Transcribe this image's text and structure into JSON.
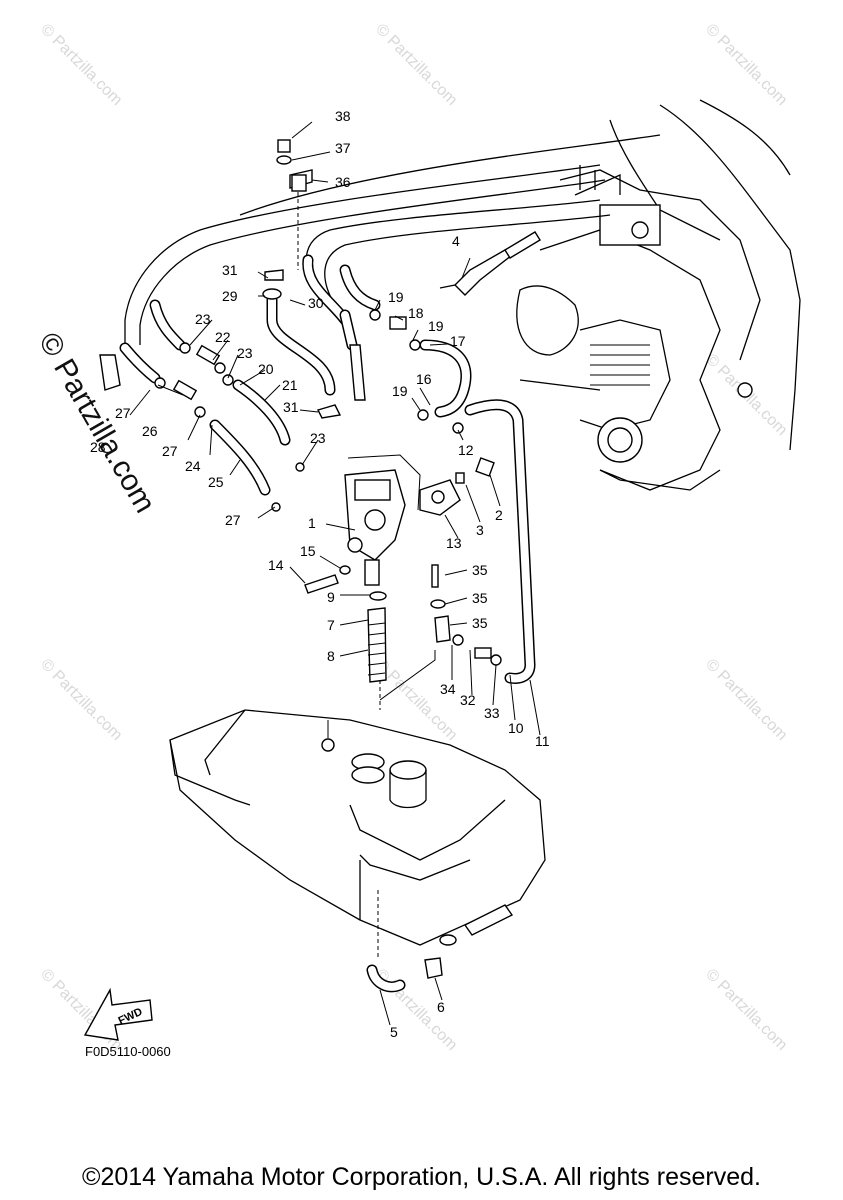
{
  "diagram": {
    "part_numbers": [
      "1",
      "2",
      "3",
      "4",
      "5",
      "6",
      "7",
      "8",
      "9",
      "10",
      "11",
      "12",
      "13",
      "14",
      "15",
      "16",
      "17",
      "18",
      "19",
      "19",
      "19",
      "20",
      "21",
      "22",
      "23",
      "23",
      "23",
      "24",
      "25",
      "26",
      "27",
      "27",
      "27",
      "28",
      "29",
      "30",
      "31",
      "31",
      "32",
      "33",
      "34",
      "35",
      "35",
      "35",
      "36",
      "37",
      "38"
    ],
    "figure_code": "F0D5110-0060",
    "fwd_label": "FWD",
    "watermark": "© Partzilla.com",
    "watermark_small": "© Partzilla.com"
  },
  "footer": {
    "copyright": "©2014 Yamaha Motor Corporation, U.S.A. All rights reserved."
  }
}
